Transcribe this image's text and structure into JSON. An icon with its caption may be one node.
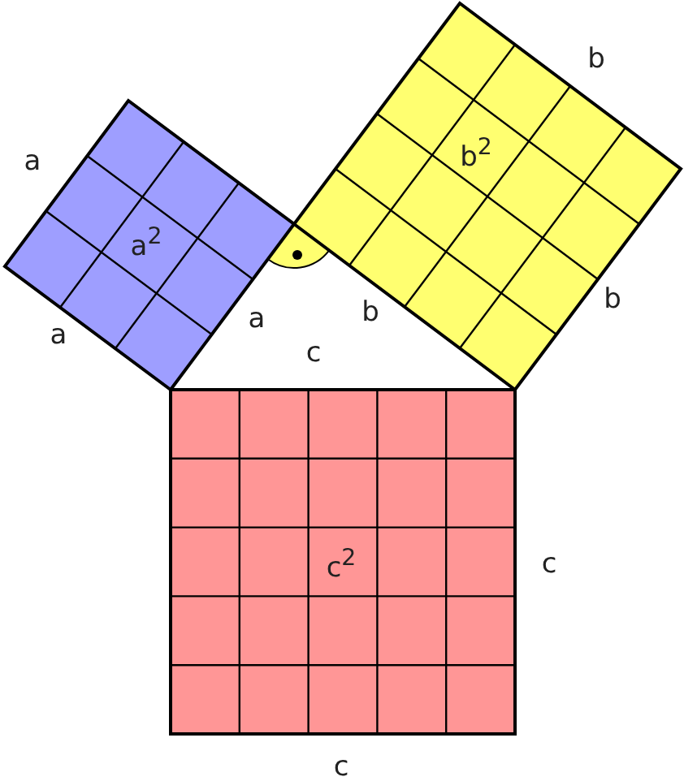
{
  "diagram": {
    "nodes": [
      {
        "text": [
          "a$^{2}$"
        ]
      },
      {
        "text": [
          "b$^{2}$"
        ]
      },
      {
        "text": [
          "c$^{2}$"
        ]
      }
    ],
    "labels": [
      "b",
      "a",
      "b",
      "a",
      "a",
      "b",
      "c",
      "c",
      "c"
    ]
  }
}
